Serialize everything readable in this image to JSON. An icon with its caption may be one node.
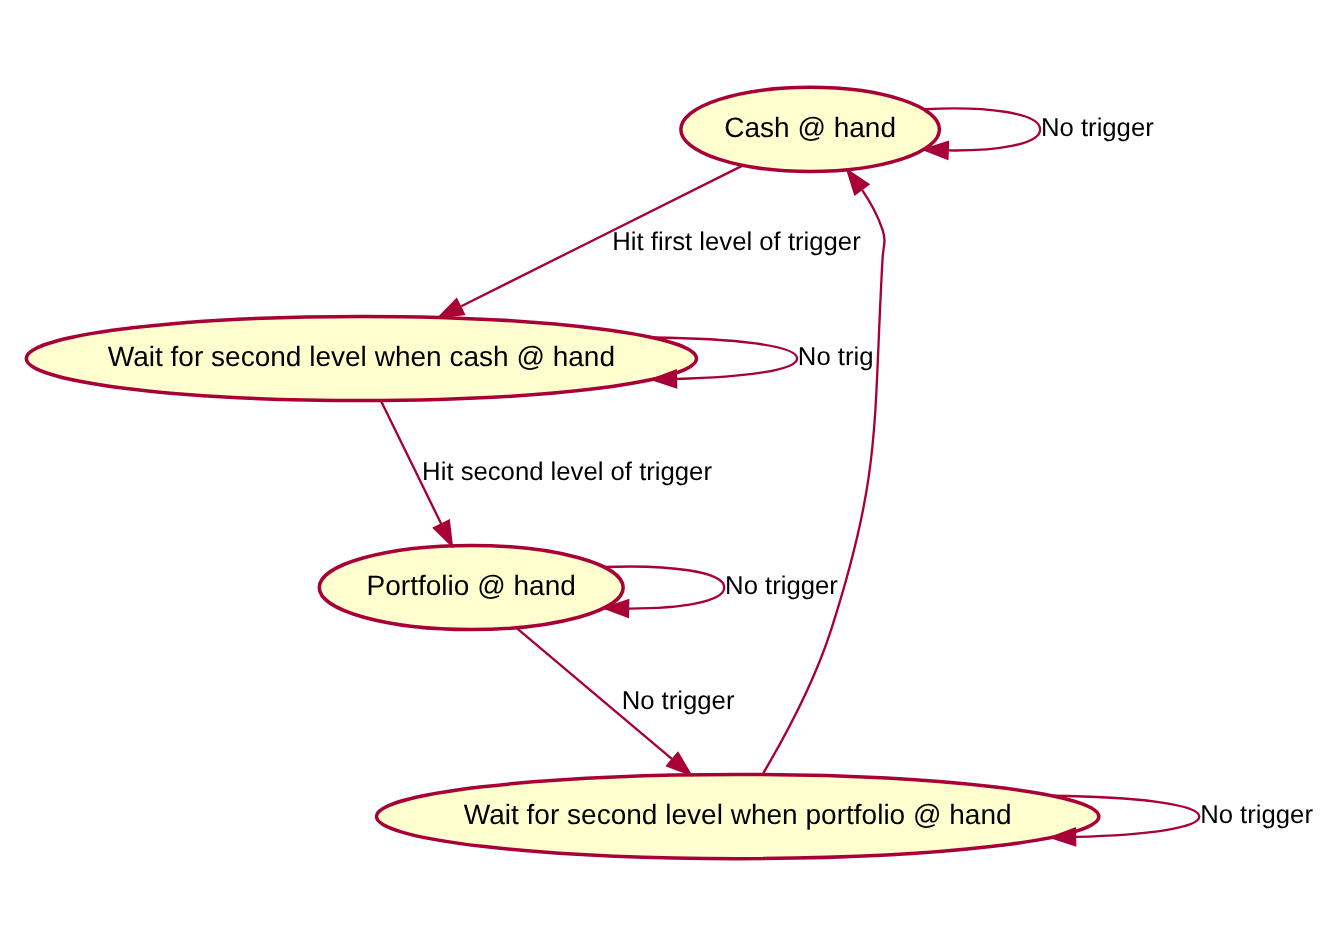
{
  "diagram": {
    "nodes": [
      {
        "text": [
          "Cash @ hand"
        ]
      },
      {
        "text": [
          "Wait for second level when portfolio @ hand"
        ]
      },
      {
        "text": [
          "Wait for second level when cash @ hand"
        ]
      },
      {
        "text": [
          "Portfolio @ hand"
        ]
      }
    ],
    "edges": [
      {
        "from": 0,
        "to": 0,
        "arrow": "to",
        "label": "No trigger"
      },
      {
        "from": 1,
        "to": 0,
        "arrow": "to"
      },
      {
        "from": 1,
        "to": 1,
        "arrow": "to",
        "label": "No trigger"
      },
      {
        "from": 0,
        "to": 2,
        "arrow": "to",
        "label": "Hit first level of trigger"
      },
      {
        "from": 2,
        "to": 2,
        "arrow": "to",
        "label": "No trig"
      },
      {
        "from": 3,
        "to": 1,
        "arrow": "to",
        "label": "No trigger"
      },
      {
        "from": 2,
        "to": 3,
        "arrow": "to",
        "label": "Hit second level of trigger"
      },
      {
        "from": 3,
        "to": 3,
        "arrow": "to",
        "label": "No trigger"
      }
    ]
  }
}
